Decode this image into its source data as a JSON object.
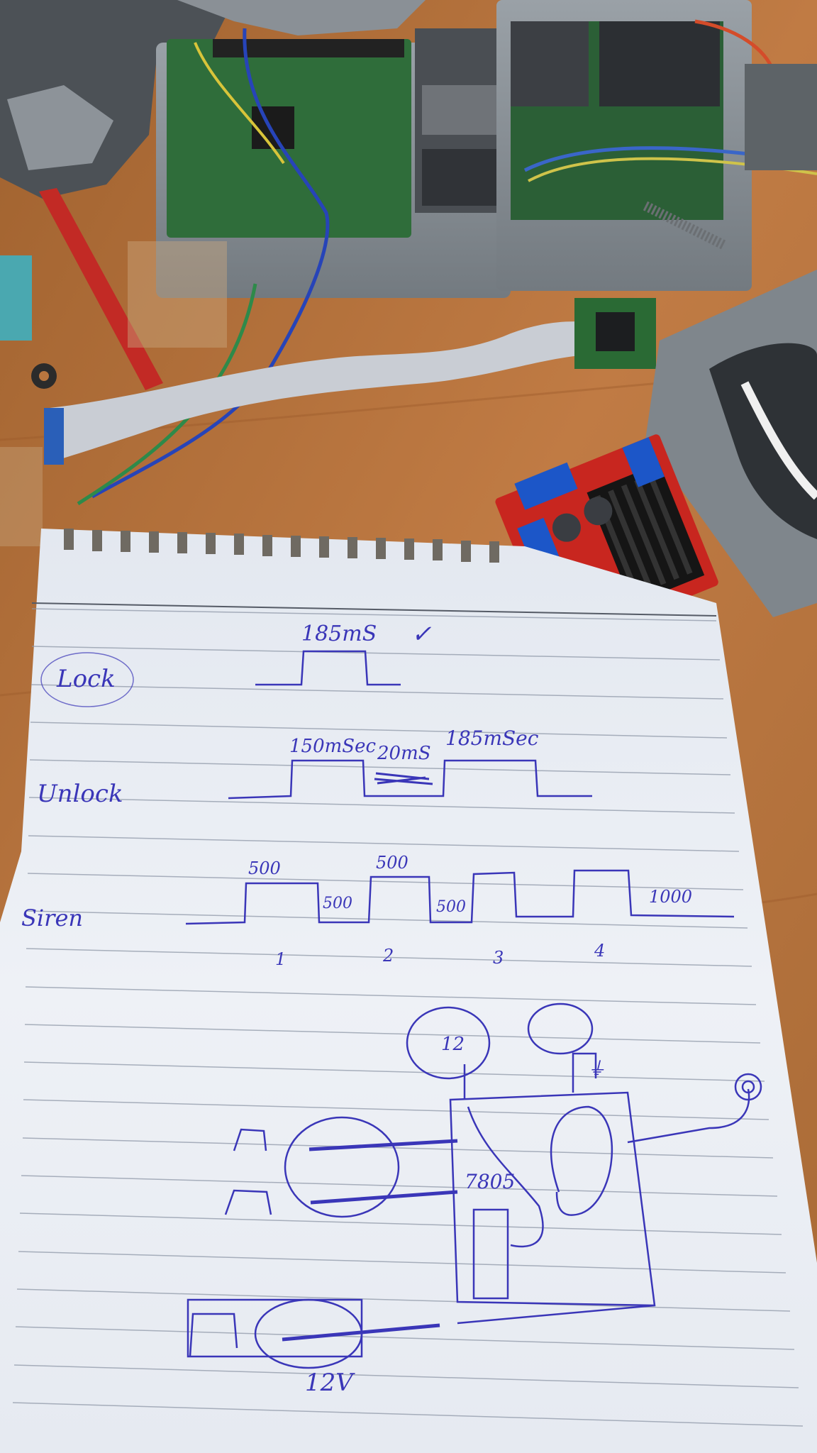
{
  "photo": {
    "colors": {
      "desk": "#b9763f",
      "paper": "#eef1f6",
      "rule": "#8f98a8",
      "ink": "#3a36b8",
      "pcb_green": "#2f6d3a",
      "driver_red": "#c8261f",
      "case_gray": "#8c9399",
      "ribbon_gray": "#c9cdd4"
    },
    "objects": [
      "raspberry-pi-board",
      "second-pi-board",
      "ribbon-cable",
      "camera-module",
      "l298n-motor-driver",
      "lined-notepad"
    ]
  },
  "notes": {
    "lock": {
      "label": "Lock",
      "pulse": "185mS",
      "check_mark": "✓"
    },
    "unlock": {
      "label": "Unlock",
      "pulses": [
        "150mSec",
        "20mS",
        "185mSec"
      ]
    },
    "siren": {
      "label": "Siren",
      "high_labels": [
        "500",
        "500"
      ],
      "low_labels": [
        "500",
        "500"
      ],
      "end_label": "1000",
      "counts": [
        "1",
        "2",
        "3",
        "4"
      ]
    },
    "circuit": {
      "supply_12": "12",
      "regulator": "7805",
      "battery": "12V",
      "ground_symbol": "⏚"
    }
  }
}
